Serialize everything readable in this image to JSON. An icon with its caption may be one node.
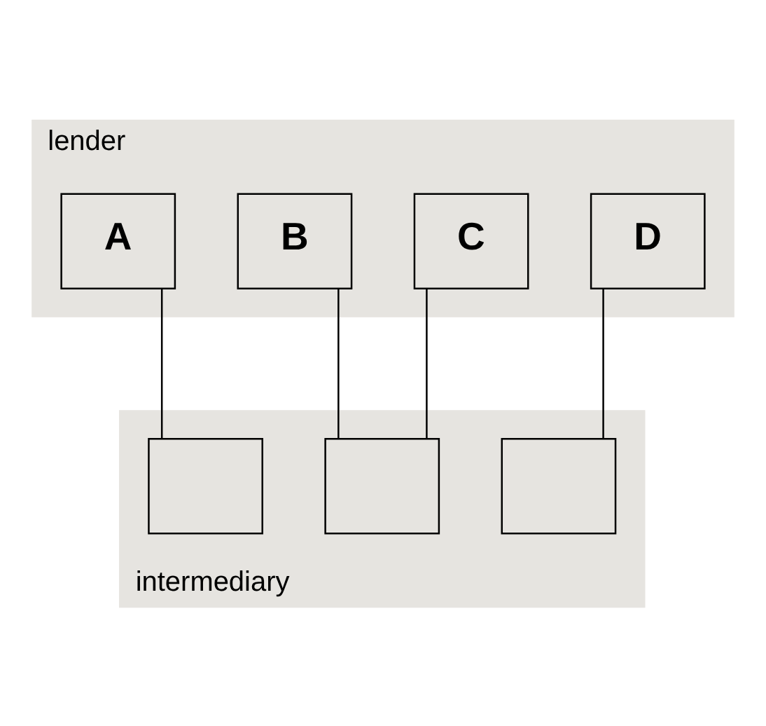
{
  "diagram": {
    "nodes": [
      {
        "text": [
          "lender"
        ]
      },
      {
        "text": [
          "A"
        ],
        "in": 0
      },
      {
        "text": [
          "B"
        ],
        "in": 0
      },
      {
        "text": [
          "C"
        ],
        "in": 0
      },
      {
        "text": [
          "D"
        ],
        "in": 0
      },
      {
        "text": [
          "intermediary"
        ]
      },
      {
        "text": [],
        "shape": "box",
        "in": 5
      },
      {
        "text": [],
        "shape": "box",
        "in": 5
      },
      {
        "text": [],
        "shape": "box",
        "in": 5
      }
    ],
    "edges": [
      {
        "from": 1,
        "to": 6,
        "arrow": "none"
      },
      {
        "from": 2,
        "to": 7,
        "arrow": "none"
      },
      {
        "from": 3,
        "to": 7,
        "arrow": "none"
      },
      {
        "from": 4,
        "to": 8,
        "arrow": "none"
      }
    ]
  }
}
